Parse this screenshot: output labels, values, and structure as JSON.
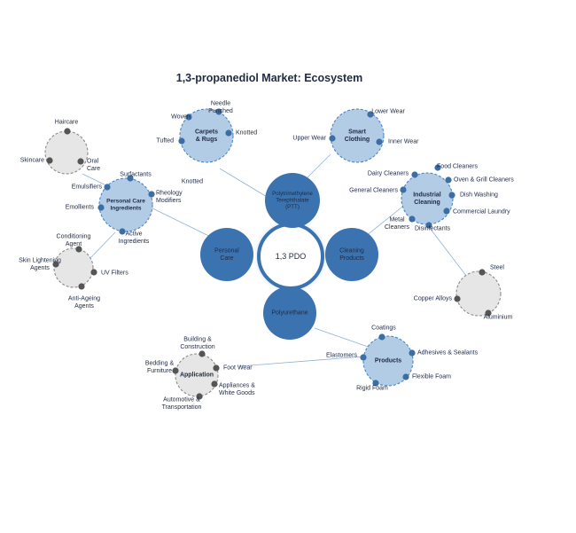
{
  "title": "1,3-propanediol Market: Ecosystem",
  "center": "1,3 PDO",
  "hubs": {
    "ptt": [
      "Polytrimethylene",
      "Terephthalate",
      "(PTT)"
    ],
    "personal_care": [
      "Personal",
      "Care"
    ],
    "cleaning_products": [
      "Cleaning",
      "Products"
    ],
    "polyurethane": [
      "Polyurethane"
    ]
  },
  "clusters": {
    "carpets": {
      "label": [
        "Carpets",
        "& Rugs"
      ],
      "items": {
        "woven": [
          "Woven"
        ],
        "needle": [
          "Needle",
          "Punched"
        ],
        "knotted": [
          "Knotted"
        ],
        "tufted": [
          "Tufted"
        ]
      }
    },
    "clothing": {
      "label": [
        "Smart",
        "Clothing"
      ],
      "items": {
        "lower": [
          "Lower Wear"
        ],
        "upper": [
          "Upper Wear"
        ],
        "inner": [
          "Inner Wear"
        ]
      }
    },
    "haircare": {
      "items": {
        "haircare": [
          "Haircare"
        ],
        "skincare": [
          "Skincare"
        ],
        "oral": [
          "Oral",
          "Care"
        ]
      }
    },
    "pci": {
      "label": [
        "Personal Care",
        "Ingredients"
      ],
      "items": {
        "surfactants": [
          "Surfactants"
        ],
        "emulsifiers": [
          "Emulsifiers"
        ],
        "emollients": [
          "Emollients"
        ],
        "rheology": [
          "Rheology",
          "Modifiers"
        ],
        "active": [
          "Active",
          "Ingredients"
        ]
      }
    },
    "skin": {
      "items": {
        "conditioning": [
          "Conditioning",
          "Agent"
        ],
        "lightening": [
          "Skin Lightening",
          "Agents"
        ],
        "uv": [
          "UV Filters"
        ],
        "antiageing": [
          "Anti-Ageing",
          "Agents"
        ]
      }
    },
    "industrial": {
      "label": [
        "Industrial",
        "Cleaning"
      ],
      "items": {
        "dairy": [
          "Dairy Cleaners"
        ],
        "food": [
          "Food Cleaners"
        ],
        "oven": [
          "Oven & Grill Cleaners"
        ],
        "general": [
          "General Cleaners"
        ],
        "dish": [
          "Dish Washing"
        ],
        "commercial": [
          "Commercial Laundry"
        ],
        "metal": [
          "Metal",
          "Cleaners"
        ],
        "disinfectants": [
          "Disinfectants"
        ]
      }
    },
    "metals": {
      "items": {
        "steel": [
          "Steel"
        ],
        "copper": [
          "Copper Alloys"
        ],
        "aluminium": [
          "Aluminium"
        ]
      }
    },
    "products": {
      "label": [
        "Products"
      ],
      "items": {
        "coatings": [
          "Coatings"
        ],
        "elastomers": [
          "Elastomers"
        ],
        "adhesives": [
          "Adhesives & Sealants"
        ],
        "foam_flex": [
          "Flexible Foam"
        ],
        "foam_rigid": [
          "Rigid Foam"
        ]
      }
    },
    "application": {
      "label": [
        "Application"
      ],
      "items": {
        "building": [
          "Building &",
          "Construction"
        ],
        "bedding": [
          "Bedding &",
          "Furniture"
        ],
        "footwear": [
          "Foot Wear"
        ],
        "appliances": [
          "Appliances &",
          "White Goods"
        ],
        "automotive": [
          "Automotive &",
          "Transportation"
        ]
      }
    }
  },
  "stray_labels": {
    "knotted2": [
      "Knotted"
    ]
  },
  "colors": {
    "hub": "#3b73b0",
    "hub_dark": "#2c5a8f",
    "cluster_fill": "#b3cce6",
    "cluster_stroke": "#4a86c5",
    "grey_fill": "#e6e6e6",
    "grey_stroke": "#8c8c8c",
    "dot_blue": "#3a6ea5",
    "dot_grey": "#555555",
    "line": "#8fb1d6",
    "text": "#1f2a44"
  }
}
